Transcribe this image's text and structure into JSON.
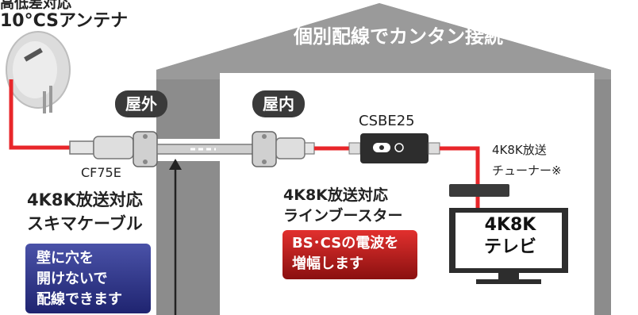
{
  "title": "個別配線でカンタン接続",
  "antenna": {
    "label_top": "10°CSアンテナ",
    "label_cut": "高低差対応"
  },
  "outdoor_label": "屋外",
  "indoor_label": "屋内",
  "connector_label": "CF75E",
  "cable_label": {
    "line1": "4K8K放送対応",
    "line2": "スキマケーブル"
  },
  "booster_model": "CSBE25",
  "booster_label": {
    "line1": "4K8K放送対応",
    "line2": "ラインブースター"
  },
  "tuner_label": {
    "line1": "4K8K放送",
    "line2": "チューナー※"
  },
  "tv_label": {
    "line1": "4K8K",
    "line2": "テレビ"
  },
  "callout_blue": {
    "line1": "壁に穴を",
    "line2": "開けないで",
    "line3": "配線できます"
  },
  "callout_red": {
    "line1": "BS･CSの電波を",
    "line2": "増幅します"
  },
  "colors": {
    "house": "#8c8c8c",
    "cable": "#e8262a",
    "title_bg": "#9a9a9a",
    "blue": "#2b318a",
    "red": "#c81e1e"
  }
}
